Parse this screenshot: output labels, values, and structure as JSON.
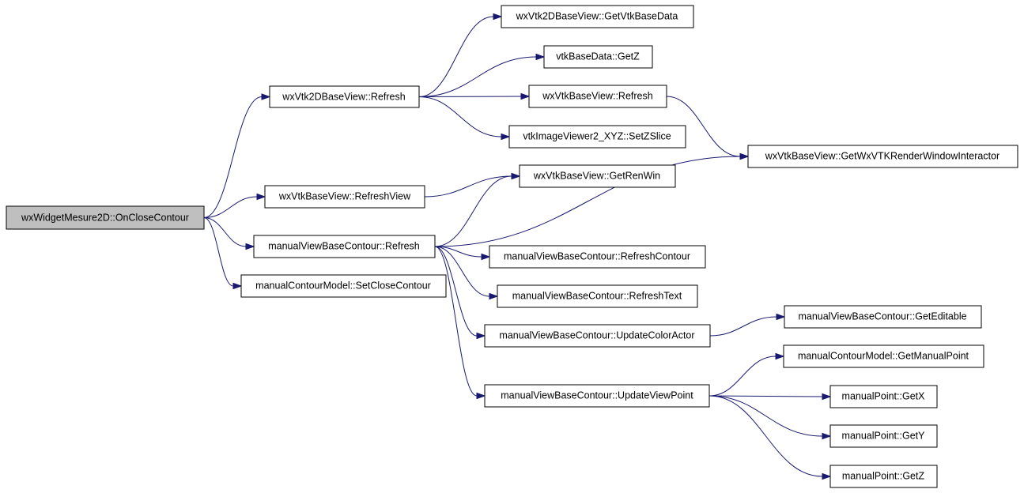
{
  "colors": {
    "edge": "#191970",
    "node_fill": "#ffffff",
    "root_fill": "#bfbfbf",
    "border": "#000000"
  },
  "nodes": {
    "root": "wxWidgetMesure2D::OnCloseContour",
    "vtk2d_refresh": "wxVtk2DBaseView::Refresh",
    "refresh_view": "wxVtkBaseView::RefreshView",
    "mvbc_refresh": "manualViewBaseContour::Refresh",
    "set_close": "manualContourModel::SetCloseContour",
    "get_vtk_base_data": "wxVtk2DBaseView::GetVtkBaseData",
    "vtkbasedata_getz": "vtkBaseData::GetZ",
    "vtkbase_refresh": "wxVtkBaseView::Refresh",
    "set_zslice": "vtkImageViewer2_XYZ::SetZSlice",
    "get_renwin": "wxVtkBaseView::GetRenWin",
    "get_interactor": "wxVtkBaseView::GetWxVTKRenderWindowInteractor",
    "refresh_contour": "manualViewBaseContour::RefreshContour",
    "refresh_text": "manualViewBaseContour::RefreshText",
    "update_color": "manualViewBaseContour::UpdateColorActor",
    "update_viewpoint": "manualViewBaseContour::UpdateViewPoint",
    "get_editable": "manualViewBaseContour::GetEditable",
    "get_manual_point": "manualContourModel::GetManualPoint",
    "getx": "manualPoint::GetX",
    "gety": "manualPoint::GetY",
    "getz": "manualPoint::GetZ"
  },
  "edges": [
    [
      "root",
      "vtk2d_refresh"
    ],
    [
      "root",
      "refresh_view"
    ],
    [
      "root",
      "mvbc_refresh"
    ],
    [
      "root",
      "set_close"
    ],
    [
      "vtk2d_refresh",
      "get_vtk_base_data"
    ],
    [
      "vtk2d_refresh",
      "vtkbasedata_getz"
    ],
    [
      "vtk2d_refresh",
      "vtkbase_refresh"
    ],
    [
      "vtk2d_refresh",
      "set_zslice"
    ],
    [
      "vtkbase_refresh",
      "get_interactor"
    ],
    [
      "refresh_view",
      "get_renwin"
    ],
    [
      "mvbc_refresh",
      "get_renwin"
    ],
    [
      "mvbc_refresh",
      "get_interactor"
    ],
    [
      "mvbc_refresh",
      "refresh_contour"
    ],
    [
      "mvbc_refresh",
      "refresh_text"
    ],
    [
      "mvbc_refresh",
      "update_color"
    ],
    [
      "mvbc_refresh",
      "update_viewpoint"
    ],
    [
      "update_color",
      "get_editable"
    ],
    [
      "update_viewpoint",
      "get_manual_point"
    ],
    [
      "update_viewpoint",
      "getx"
    ],
    [
      "update_viewpoint",
      "gety"
    ],
    [
      "update_viewpoint",
      "getz"
    ]
  ]
}
